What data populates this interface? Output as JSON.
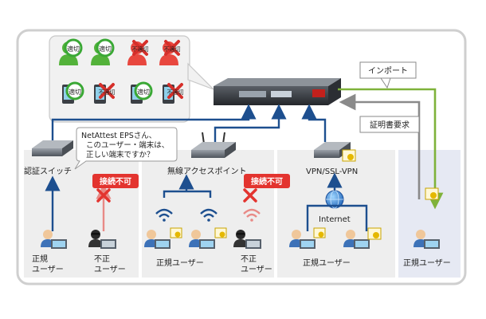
{
  "grid": {
    "ok_label": "適切",
    "ng_label": "不適切"
  },
  "callout": {
    "line1": "NetAttest EPSさん、",
    "line2": "このユーザー・端末は、",
    "line3": "正しい端末ですか？"
  },
  "nodes": {
    "auth_switch": "認証スイッチ",
    "wireless_ap": "無線アクセスポイント",
    "vpn": "VPN/SSL-VPN",
    "internet": "Internet"
  },
  "badges": {
    "deny": "接続不可"
  },
  "flows": {
    "import": "インポート",
    "cert_request": "証明書要求"
  },
  "users": {
    "legit_line1": "正規",
    "legit_line2": "ユーザー",
    "rogue_line1": "不正",
    "rogue_line2": "ユーザー",
    "legit_user": "正規ユーザー"
  },
  "colors": {
    "line_blue": "#1d4f8f",
    "line_green": "#7fb23a",
    "line_gray": "#8a8a8a",
    "deny_red": "#e3342f",
    "ok_green": "#3aa835",
    "ng_red": "#d62f2a",
    "zone_bg": "#eeeeee",
    "zone_right": "#e6e9f3"
  }
}
